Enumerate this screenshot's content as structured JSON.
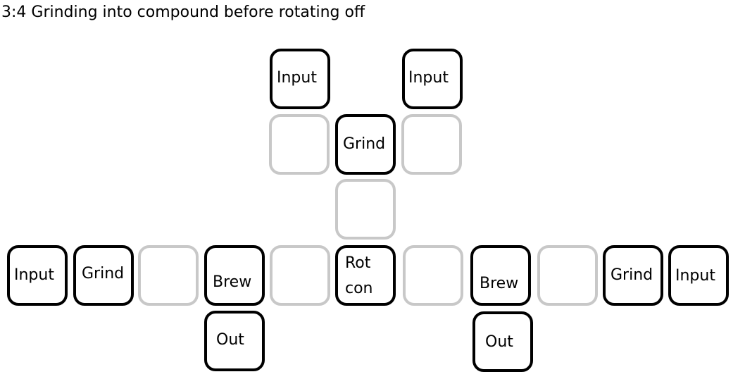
{
  "title": "3:4 Grinding into compound before rotating off",
  "blocks": {
    "input_top_left": "Input",
    "input_top_right": "Input",
    "grind_top": "Grind",
    "input_left": "Input",
    "grind_left": "Grind",
    "brew_left": "Brew",
    "rotary_line1": "Rot",
    "rotary_line2": "con",
    "brew_right": "Brew",
    "grind_right": "Grind",
    "input_right": "Input",
    "out_left": "Out",
    "out_right": "Out"
  },
  "colors": {
    "filled_block_border": "#000000",
    "empty_block_border": "#c8c8c8",
    "background": "#ffffff"
  }
}
